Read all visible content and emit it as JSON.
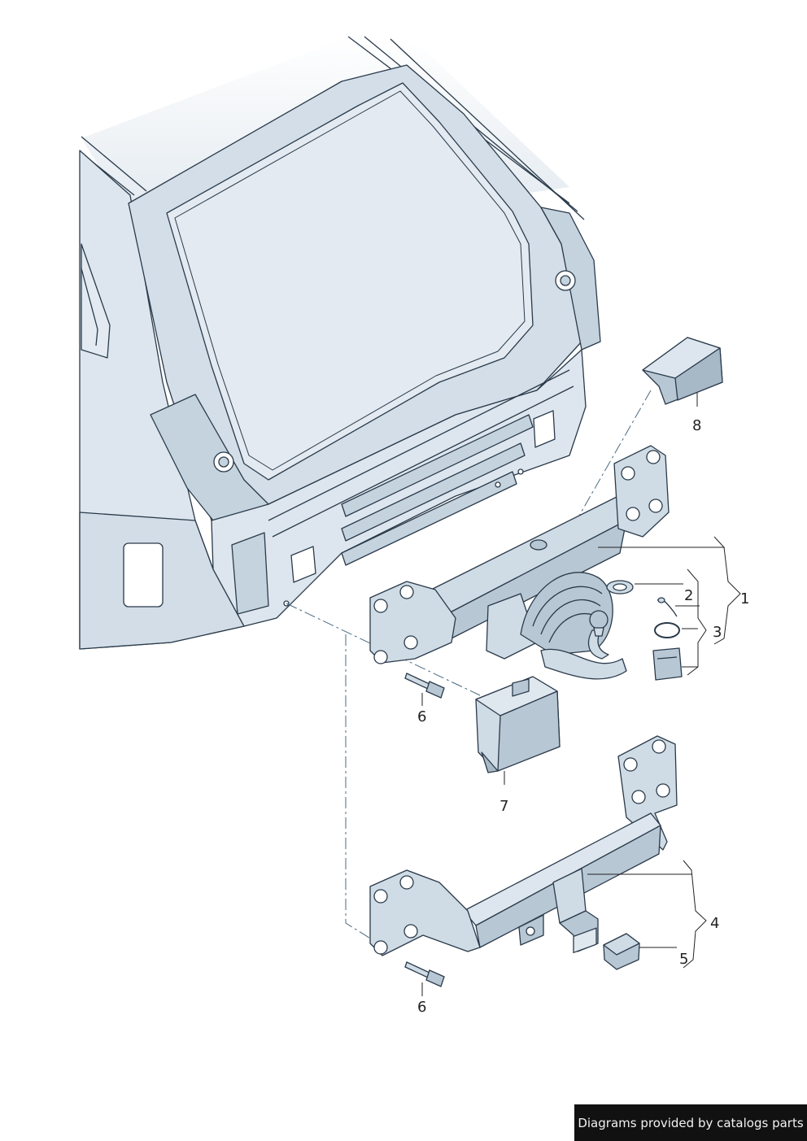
{
  "callouts": [
    {
      "id": "c8",
      "label": "8"
    },
    {
      "id": "c1",
      "label": "1"
    },
    {
      "id": "c2",
      "label": "2"
    },
    {
      "id": "c3",
      "label": "3"
    },
    {
      "id": "c6a",
      "label": "6"
    },
    {
      "id": "c7",
      "label": "7"
    },
    {
      "id": "c4",
      "label": "4"
    },
    {
      "id": "c5",
      "label": "5"
    },
    {
      "id": "c6b",
      "label": "6"
    }
  ],
  "credit_text": "Diagrams provided by catalogs parts",
  "colors": {
    "fill": "#dde6ee",
    "fill_dark": "#b8c7d4",
    "glass": "#e3eaf1",
    "stroke": "#2a3a4a"
  }
}
